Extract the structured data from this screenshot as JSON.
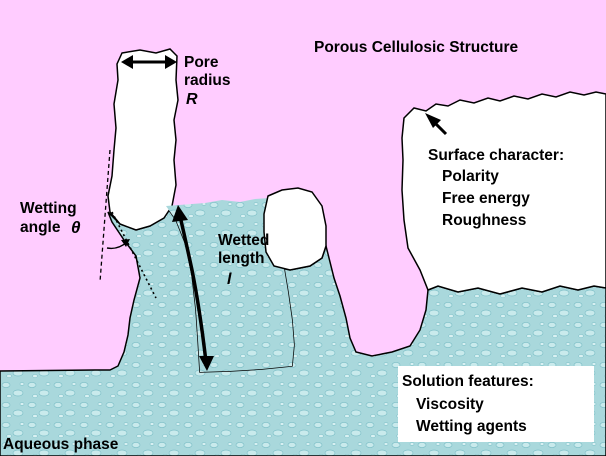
{
  "colors": {
    "pink": "#ffccff",
    "water": "#a9d8dc",
    "water_dark": "#7fc0c8",
    "outline": "#000000"
  },
  "labels": {
    "title": "Porous Cellulosic Structure",
    "pore": "Pore",
    "radius": "radius",
    "radius_symbol": "R",
    "wetting": "Wetting",
    "angle": "angle",
    "angle_symbol": "θ",
    "wetted": "Wetted",
    "length": "length",
    "length_symbol": "l",
    "surface_title": "Surface character:",
    "surface_items": [
      "Polarity",
      "Free energy",
      "Roughness"
    ],
    "solution_title": "Solution features:",
    "solution_items": [
      "Viscosity",
      "Wetting agents"
    ],
    "aqueous": "Aqueous phase"
  }
}
